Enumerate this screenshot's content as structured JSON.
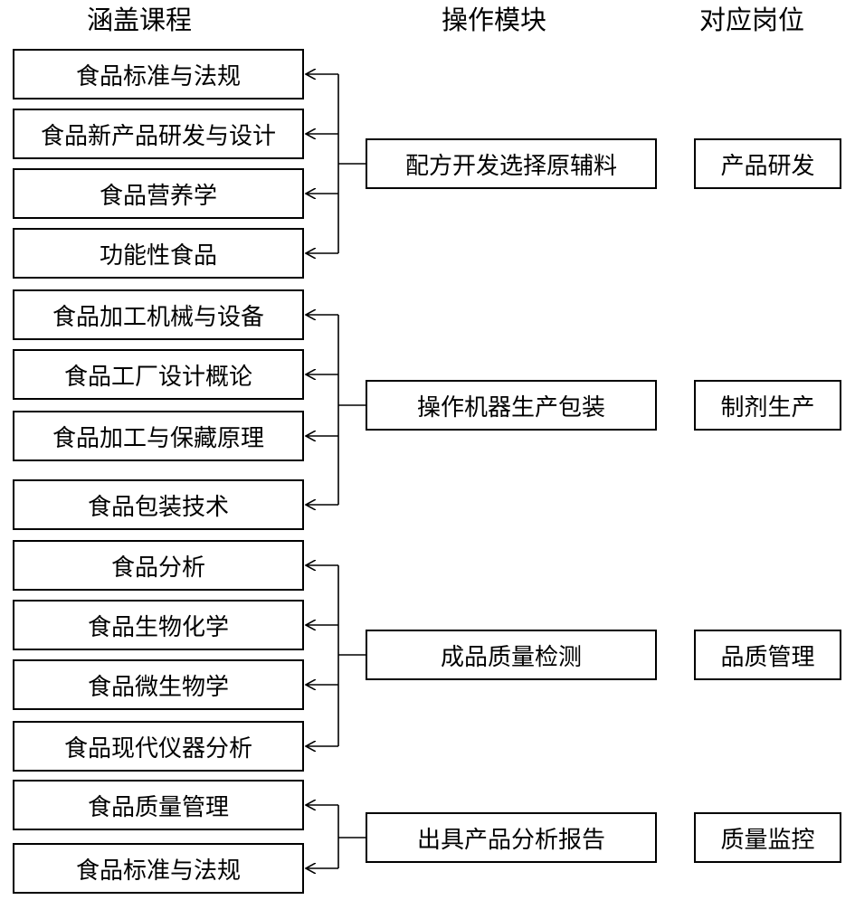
{
  "headers": {
    "courses": "涵盖课程",
    "modules": "操作模块",
    "roles": "对应岗位"
  },
  "groups": [
    {
      "module": "配方开发选择原辅料",
      "role": "产品研发",
      "courses": [
        "食品标准与法规",
        "食品新产品研发与设计",
        "食品营养学",
        "功能性食品"
      ]
    },
    {
      "module": "操作机器生产包装",
      "role": "制剂生产",
      "courses": [
        "食品加工机械与设备",
        "食品工厂设计概论",
        "食品加工与保藏原理",
        "食品包装技术"
      ]
    },
    {
      "module": "成品质量检测",
      "role": "品质管理",
      "courses": [
        "食品分析",
        "食品生物化学",
        "食品微生物学",
        "食品现代仪器分析"
      ]
    },
    {
      "module": "出具产品分析报告",
      "role": "质量监控",
      "courses": [
        "食品质量管理",
        "食品标准与法规"
      ]
    }
  ]
}
